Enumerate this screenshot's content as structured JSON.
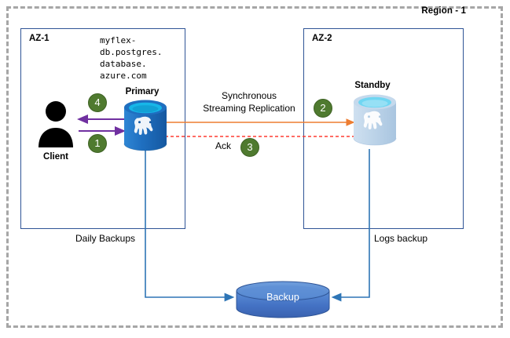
{
  "region": {
    "label": "Region - 1",
    "border_color": "#a6a6a6"
  },
  "zones": [
    {
      "id": "az1",
      "title": "AZ-1"
    },
    {
      "id": "az2",
      "title": "AZ-2"
    }
  ],
  "endpoint": {
    "hostname": "myflex-\ndb.postgres.\ndatabase.\nazure.com"
  },
  "nodes": {
    "client": {
      "label": "Client",
      "icon": "user-icon"
    },
    "primary": {
      "label": "Primary",
      "icon": "postgres-database-icon",
      "color": "#1d72b8"
    },
    "standby": {
      "label": "Standby",
      "icon": "postgres-database-icon",
      "color": "#b9d2ea"
    },
    "backup": {
      "label": "Backup",
      "icon": "storage-cylinder-icon",
      "color": "#4472c4"
    }
  },
  "steps": [
    {
      "number": "1",
      "meaning": "client-write-request"
    },
    {
      "number": "2",
      "meaning": "replication-to-standby"
    },
    {
      "number": "3",
      "meaning": "ack-from-standby"
    },
    {
      "number": "4",
      "meaning": "response-to-client"
    }
  ],
  "connectors": {
    "replication_label": "Synchronous\nStreaming Replication",
    "ack_label": "Ack",
    "daily_backups_label": "Daily Backups",
    "logs_backup_label": "Logs backup"
  },
  "colors": {
    "badge_green": "#4f7a2f",
    "client_arrow_purple": "#7030a0",
    "replication_orange": "#ed7d31",
    "ack_red": "#ff3b30",
    "az_border_blue": "#2f5496",
    "backup_line_blue": "#2e75b6"
  }
}
